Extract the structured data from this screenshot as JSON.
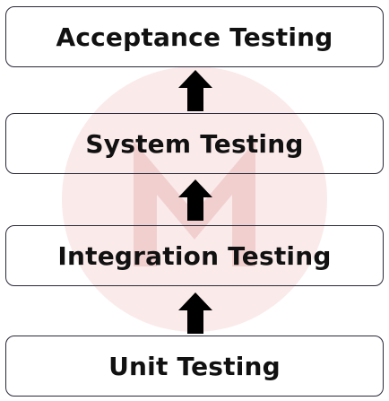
{
  "levels": [
    {
      "label": "Acceptance Testing"
    },
    {
      "label": "System Testing"
    },
    {
      "label": "Integration Testing"
    },
    {
      "label": "Unit Testing"
    }
  ],
  "colors": {
    "box_border": "#2a2a3a",
    "text": "#111111",
    "arrow": "#000000",
    "watermark_fill": "#fbeaea",
    "watermark_mark": "#f1cfcf"
  },
  "arrow_direction": "up"
}
